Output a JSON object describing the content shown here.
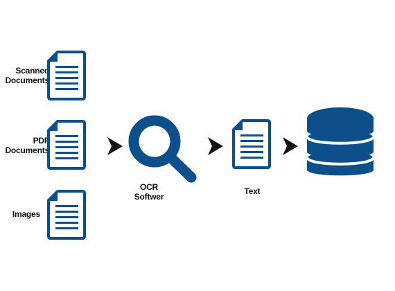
{
  "colors": {
    "primary": "#0d4f8b",
    "arrow": "#111111",
    "background": "#ffffff"
  },
  "inputs": [
    {
      "label_line1": "Scanned",
      "label_line2": "Documents",
      "icon": "document-icon"
    },
    {
      "label_line1": "PDF",
      "label_line2": "Documents",
      "icon": "document-icon"
    },
    {
      "label_line1": "Images",
      "label_line2": "",
      "icon": "document-icon"
    }
  ],
  "ocr": {
    "label_line1": "OCR",
    "label_line2": "Softwer",
    "icon": "magnifier-icon"
  },
  "text_output": {
    "label": "Text",
    "icon": "document-icon"
  },
  "storage": {
    "icon": "database-icon"
  }
}
